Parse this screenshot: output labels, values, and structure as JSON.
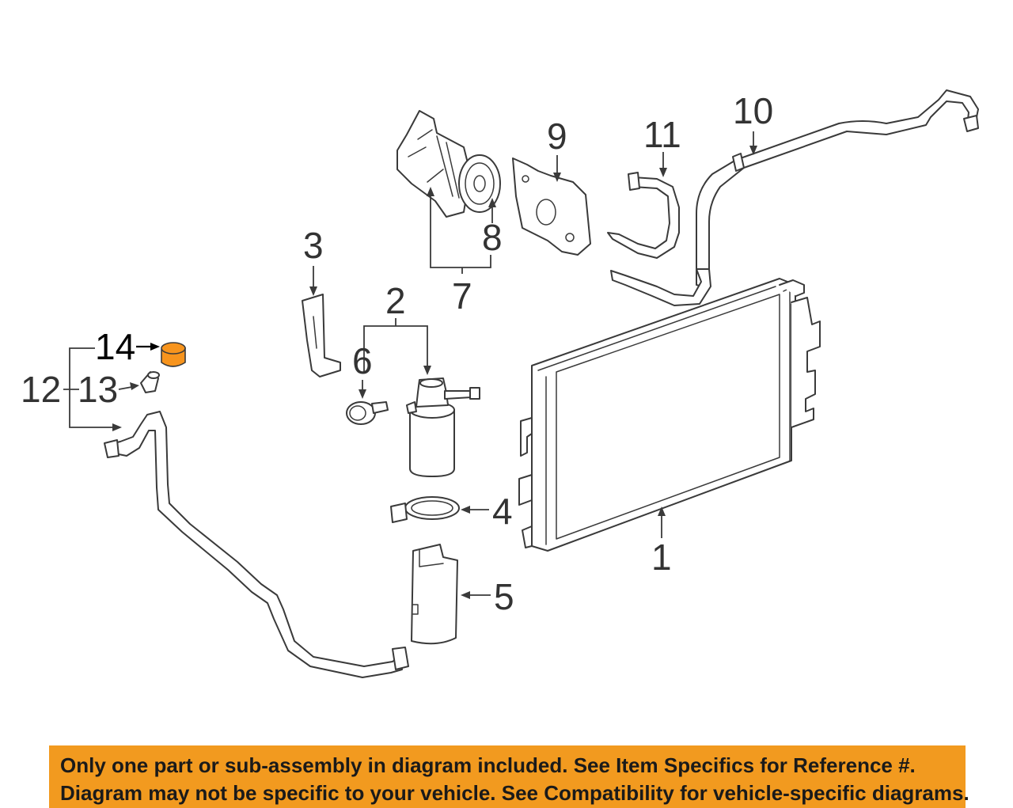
{
  "callouts": {
    "c1": "1",
    "c2": "2",
    "c3": "3",
    "c4": "4",
    "c5": "5",
    "c6": "6",
    "c7": "7",
    "c8": "8",
    "c9": "9",
    "c10": "10",
    "c11": "11",
    "c12": "12",
    "c13": "13",
    "c14": "14"
  },
  "notice": {
    "line1": "Only one part or sub-assembly in diagram included. See Item Specifics for Reference #.",
    "line2": "Diagram may not be specific to your vehicle. See Compatibility for vehicle-specific diagrams."
  },
  "colors": {
    "banner": "#f29a1f",
    "highlighted_part": "#f7941d",
    "line_art": "#3a3a3a",
    "background": "#ffffff"
  }
}
